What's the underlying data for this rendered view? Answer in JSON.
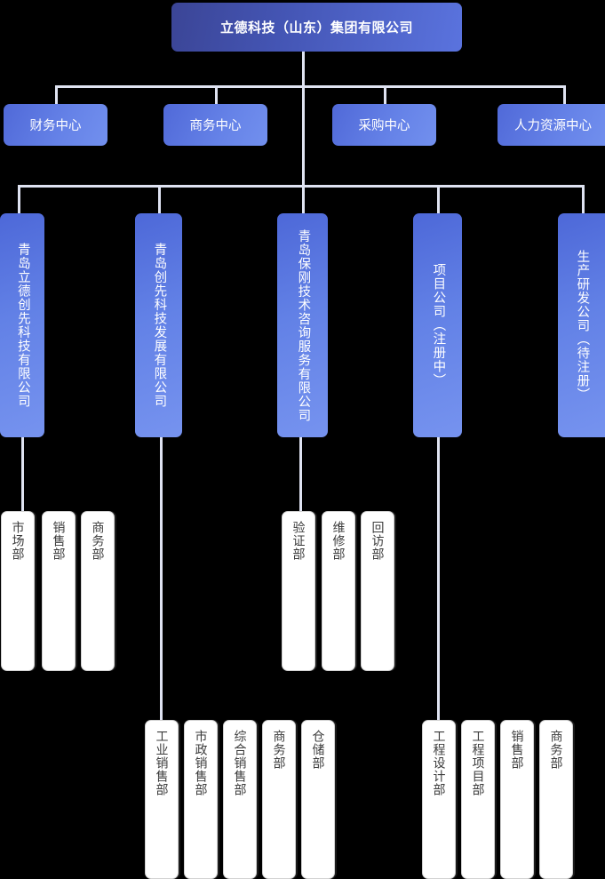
{
  "chart_title": "立德科技（山东）集团有限公司",
  "theme": {
    "background": "#000000",
    "line_color": "#dfe3f2",
    "root_gradient_start": "#3b4596",
    "root_gradient_end": "#5a73de",
    "level2_color": "#6683e8",
    "level3_color": "#6281e6",
    "dept_box_background": "#ffffff",
    "dept_box_text": "#3b3b3b"
  },
  "root": {
    "label": "立德科技（山东）集团有限公司"
  },
  "centers": [
    {
      "label": "财务中心"
    },
    {
      "label": "商务中心"
    },
    {
      "label": "采购中心"
    },
    {
      "label": "人力资源中心"
    }
  ],
  "companies": [
    {
      "label": "青岛立德创先科技有限公司"
    },
    {
      "label": "青岛创先科技发展有限公司"
    },
    {
      "label": "青岛保刚技术咨询服务有限公司"
    },
    {
      "label": "项目公司（注册中）"
    },
    {
      "label": "生产研发公司（待注册）"
    }
  ],
  "departments_group1": [
    {
      "label": "市场部"
    },
    {
      "label": "销售部"
    },
    {
      "label": "商务部"
    }
  ],
  "departments_group2": [
    {
      "label": "工业销售部"
    },
    {
      "label": "市政销售部"
    },
    {
      "label": "综合销售部"
    },
    {
      "label": "商务部"
    },
    {
      "label": "仓储部"
    }
  ],
  "departments_group3": [
    {
      "label": "验证部"
    },
    {
      "label": "维修部"
    },
    {
      "label": "回访部"
    }
  ],
  "departments_group4": [
    {
      "label": "工程设计部"
    },
    {
      "label": "工程项目部"
    },
    {
      "label": "销售部"
    },
    {
      "label": "商务部"
    }
  ]
}
